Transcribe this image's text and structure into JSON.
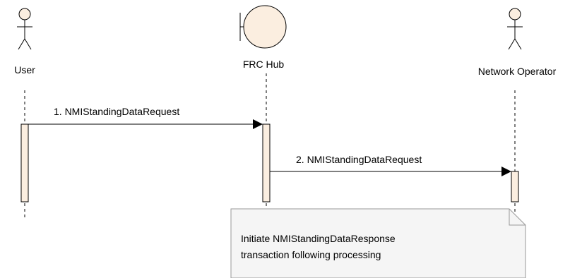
{
  "diagram": {
    "type": "sequence",
    "participants": [
      {
        "id": "user",
        "name": "User",
        "kind": "actor"
      },
      {
        "id": "frc",
        "name": "FRC Hub",
        "kind": "boundary"
      },
      {
        "id": "nop",
        "name": "Network Operator",
        "kind": "actor"
      }
    ],
    "messages": [
      {
        "label": "1. NMIStandingDataRequest",
        "from": "User",
        "to": "FRC Hub"
      },
      {
        "label": "2. NMIStandingDataRequest",
        "from": "FRC Hub",
        "to": "Network Operator"
      }
    ],
    "note": {
      "lines": [
        "Initiate NMIStandingDataResponse",
        "transaction following processing"
      ]
    },
    "colors": {
      "activation_fill": "#fbeee0",
      "boundary_fill": "#fbeee0",
      "note_fill": "#f5f5f5",
      "note_border": "#999999"
    }
  }
}
